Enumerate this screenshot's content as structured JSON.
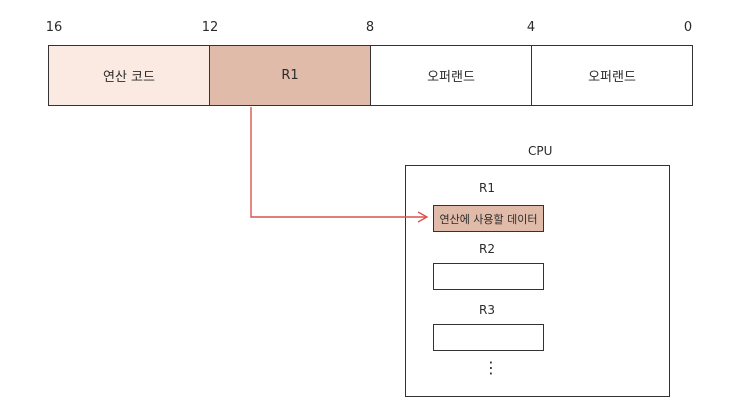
{
  "bit_labels": [
    "16",
    "12",
    "8",
    "4",
    "0"
  ],
  "instruction_fields": [
    {
      "label": "연산 코드",
      "fill": "#fbeae2"
    },
    {
      "label": "R1",
      "fill": "#e1bba9"
    },
    {
      "label": "오퍼랜드",
      "fill": "#ffffff"
    },
    {
      "label": "오퍼랜드",
      "fill": "#ffffff"
    }
  ],
  "cpu": {
    "title": "CPU",
    "registers": [
      {
        "label": "R1",
        "content": "연산에 사용할 데이터"
      },
      {
        "label": "R2",
        "content": ""
      },
      {
        "label": "R3",
        "content": ""
      }
    ],
    "more": "⋮"
  },
  "arrow_color": "#d9534f"
}
